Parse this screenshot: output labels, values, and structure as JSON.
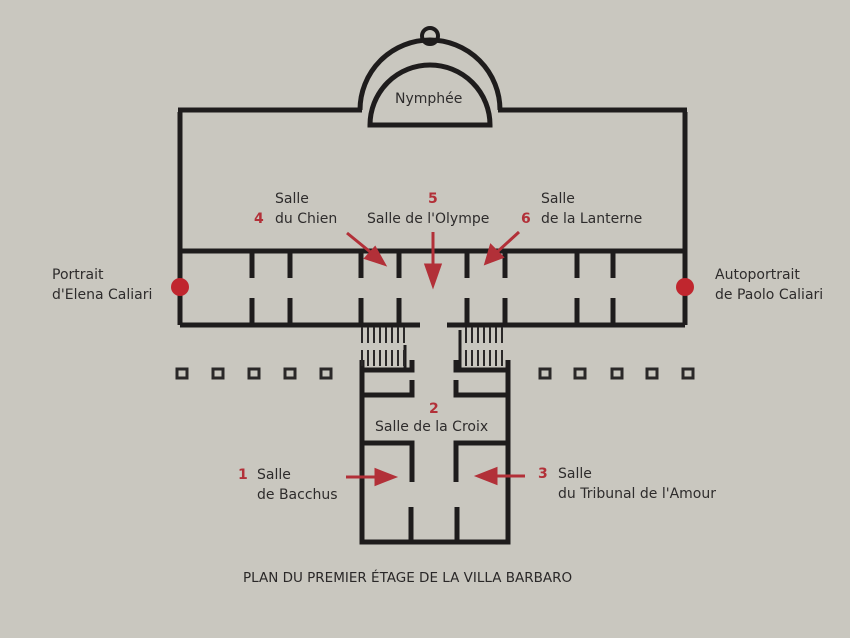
{
  "title": "PLAN DU PREMIER ÉTAGE DE LA VILLA BARBARO",
  "colors": {
    "wall": "#1e1c1c",
    "accent": "#b23038",
    "background": "#c9c7bf"
  },
  "rooms": {
    "nymphee": "Nymphée",
    "r1": {
      "number": "1",
      "line1": "Salle",
      "line2": "de Bacchus"
    },
    "r2": {
      "number": "2",
      "line1": "Salle de la Croix"
    },
    "r3": {
      "number": "3",
      "line1": "Salle",
      "line2": "du Tribunal de l'Amour"
    },
    "r4": {
      "number": "4",
      "line1": "Salle",
      "line2": "du Chien"
    },
    "r5": {
      "number": "5",
      "line1": "Salle de l'Olympe"
    },
    "r6": {
      "number": "6",
      "line1": "Salle",
      "line2": "de la Lanterne"
    }
  },
  "portraits": {
    "left": {
      "line1": "Portrait",
      "line2": "d'Elena Caliari"
    },
    "right": {
      "line1": "Autoportrait",
      "line2": "de Paolo Caliari"
    }
  }
}
